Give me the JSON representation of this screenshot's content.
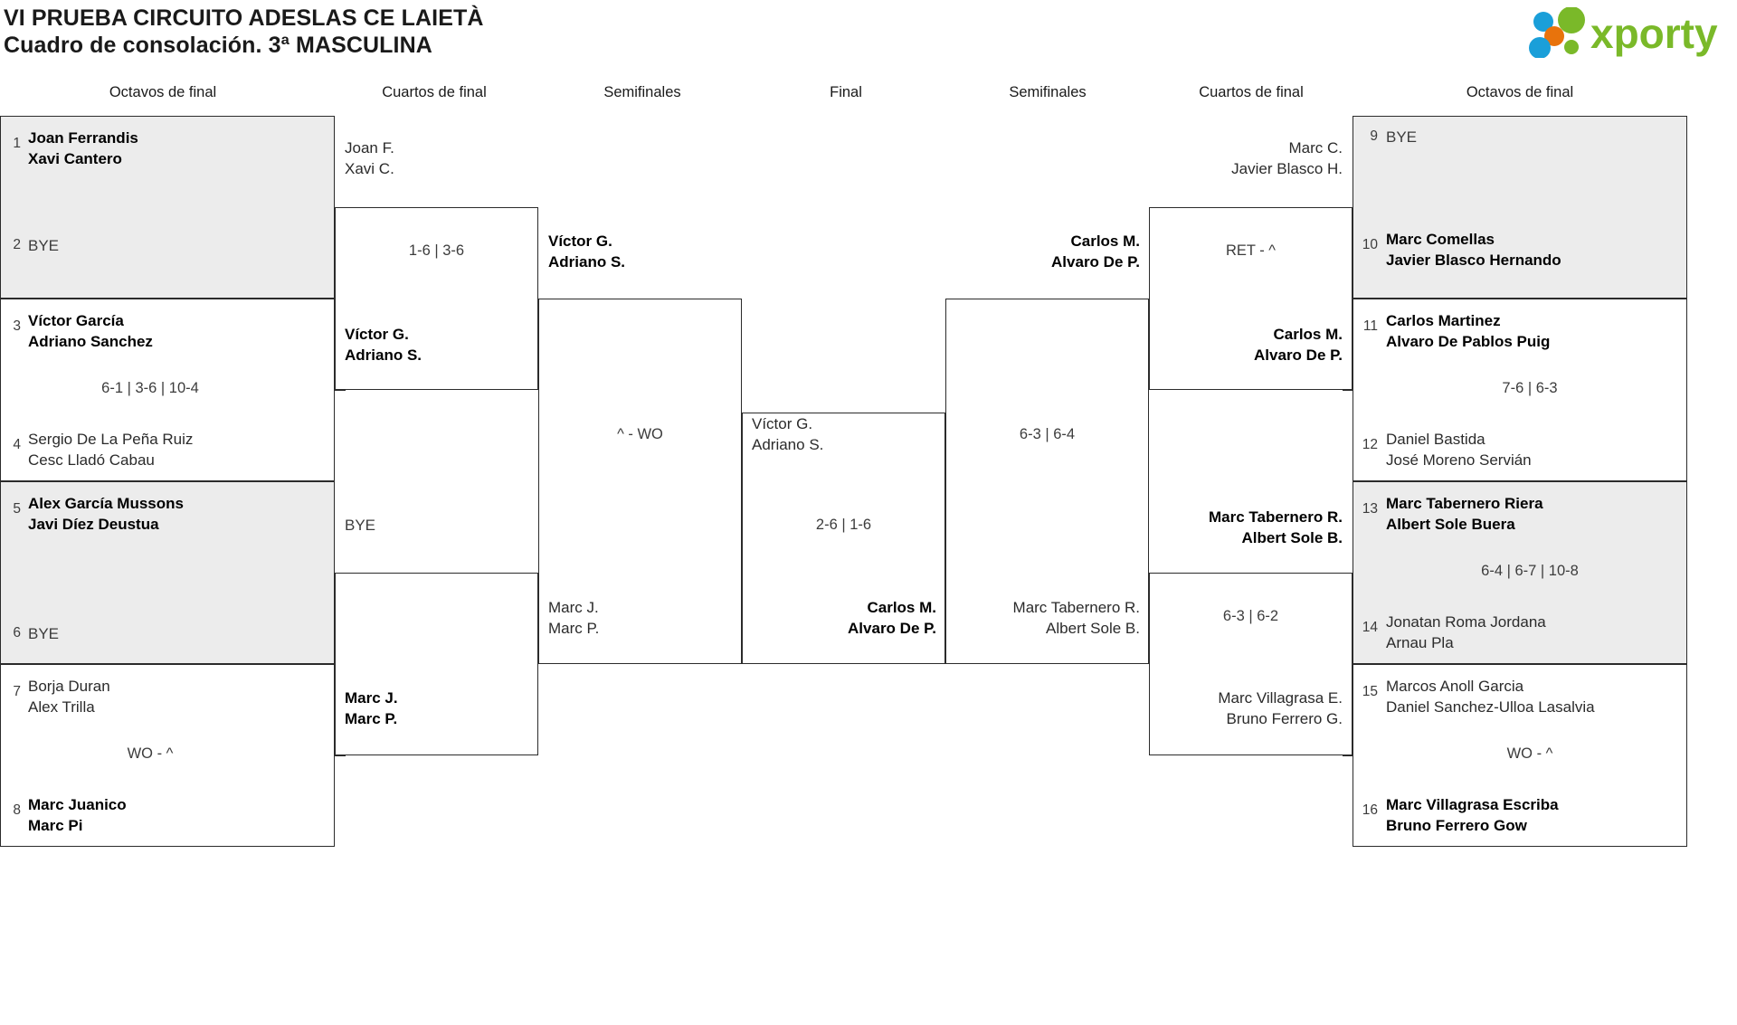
{
  "header": {
    "title_line1": "VI PRUEBA CIRCUITO ADESLAS CE LAIETÀ",
    "title_line2": "Cuadro de consolación. 3ª MASCULINA",
    "logo_text": "xporty",
    "logo_colors": {
      "green": "#7ab929",
      "blue": "#1a9fd9",
      "orange": "#e8730c"
    }
  },
  "round_headers": [
    {
      "label": "Octavos de final"
    },
    {
      "label": "Cuartos de final"
    },
    {
      "label": "Semifinales"
    },
    {
      "label": "Final"
    },
    {
      "label": "Semifinales"
    },
    {
      "label": "Cuartos de final"
    },
    {
      "label": "Octavos de final"
    }
  ],
  "left": {
    "octavos": [
      {
        "seed": "1",
        "p1": "Joan Ferrandis",
        "p2": "Xavi Cantero",
        "winner": true,
        "bye": false
      },
      {
        "seed": "2",
        "p1": "BYE",
        "p2": "",
        "winner": false,
        "bye": true
      },
      {
        "seed": "3",
        "p1": "Víctor García",
        "p2": "Adriano Sanchez",
        "winner": true,
        "bye": false
      },
      {
        "seed": "4",
        "p1": "Sergio De La Peña Ruiz",
        "p2": "Cesc Lladó Cabau",
        "winner": false,
        "bye": false
      },
      {
        "seed": "5",
        "p1": "Alex García Mussons",
        "p2": "Javi Díez Deustua",
        "winner": true,
        "bye": false
      },
      {
        "seed": "6",
        "p1": "BYE",
        "p2": "",
        "winner": false,
        "bye": true
      },
      {
        "seed": "7",
        "p1": "Borja Duran",
        "p2": "Alex Trilla",
        "winner": false,
        "bye": false
      },
      {
        "seed": "8",
        "p1": "Marc Juanico",
        "p2": "Marc Pi",
        "winner": true,
        "bye": false
      }
    ],
    "octavos_scores": [
      {
        "value": ""
      },
      {
        "value": "6-1 | 3-6 | 10-4"
      },
      {
        "value": ""
      },
      {
        "value": "WO - ^"
      }
    ],
    "cuartos": [
      {
        "p1": "Joan F.",
        "p2": "Xavi C.",
        "winner": false,
        "bye": false
      },
      {
        "p1": "Víctor G.",
        "p2": "Adriano S.",
        "winner": true,
        "bye": false
      },
      {
        "p1": "BYE",
        "p2": "",
        "winner": false,
        "bye": true
      },
      {
        "p1": "Marc J.",
        "p2": "Marc P.",
        "winner": true,
        "bye": false
      }
    ],
    "cuartos_scores": [
      {
        "value": "1-6 | 3-6"
      },
      {
        "value": ""
      }
    ],
    "semis": [
      {
        "p1": "Víctor G.",
        "p2": "Adriano S.",
        "winner": true,
        "bye": false
      },
      {
        "p1": "Marc J.",
        "p2": "Marc P.",
        "winner": false,
        "bye": false
      }
    ],
    "semis_scores": [
      {
        "value": "^ - WO"
      }
    ]
  },
  "final": {
    "top": {
      "p1": "Víctor G.",
      "p2": "Adriano S.",
      "winner": false
    },
    "bottom": {
      "p1": "Carlos M.",
      "p2": "Alvaro De P.",
      "winner": true
    },
    "score": "2-6 | 1-6"
  },
  "right": {
    "semis": [
      {
        "p1": "Carlos M.",
        "p2": "Alvaro De P.",
        "winner": true,
        "bye": false
      },
      {
        "p1": "Marc Tabernero R.",
        "p2": "Albert Sole B.",
        "winner": false,
        "bye": false
      }
    ],
    "semis_scores": [
      {
        "value": "6-3 | 6-4"
      }
    ],
    "cuartos": [
      {
        "p1": "Marc C.",
        "p2": "Javier Blasco H.",
        "winner": false,
        "bye": false
      },
      {
        "p1": "Carlos M.",
        "p2": "Alvaro De P.",
        "winner": true,
        "bye": false
      },
      {
        "p1": "Marc Tabernero R.",
        "p2": "Albert Sole B.",
        "winner": true,
        "bye": false
      },
      {
        "p1": "Marc Villagrasa E.",
        "p2": "Bruno Ferrero G.",
        "winner": false,
        "bye": false
      }
    ],
    "cuartos_scores": [
      {
        "value": "RET - ^"
      },
      {
        "value": "6-3 | 6-2"
      }
    ],
    "octavos": [
      {
        "seed": "9",
        "p1": "BYE",
        "p2": "",
        "winner": false,
        "bye": true
      },
      {
        "seed": "10",
        "p1": "Marc Comellas",
        "p2": "Javier Blasco Hernando",
        "winner": true,
        "bye": false
      },
      {
        "seed": "11",
        "p1": "Carlos Martinez",
        "p2": "Alvaro De Pablos Puig",
        "winner": true,
        "bye": false
      },
      {
        "seed": "12",
        "p1": "Daniel Bastida",
        "p2": "José Moreno Servián",
        "winner": false,
        "bye": false
      },
      {
        "seed": "13",
        "p1": "Marc Tabernero Riera",
        "p2": "Albert Sole Buera",
        "winner": true,
        "bye": false
      },
      {
        "seed": "14",
        "p1": "Jonatan Roma Jordana",
        "p2": "Arnau Pla",
        "winner": false,
        "bye": false
      },
      {
        "seed": "15",
        "p1": "Marcos Anoll Garcia",
        "p2": "Daniel Sanchez-Ulloa Lasalvia",
        "winner": false,
        "bye": false
      },
      {
        "seed": "16",
        "p1": "Marc Villagrasa Escriba",
        "p2": "Bruno Ferrero Gow",
        "winner": true,
        "bye": false
      }
    ],
    "octavos_scores": [
      {
        "value": ""
      },
      {
        "value": "7-6 | 6-3"
      },
      {
        "value": "6-4 | 6-7 | 10-8"
      },
      {
        "value": "WO - ^"
      }
    ]
  }
}
